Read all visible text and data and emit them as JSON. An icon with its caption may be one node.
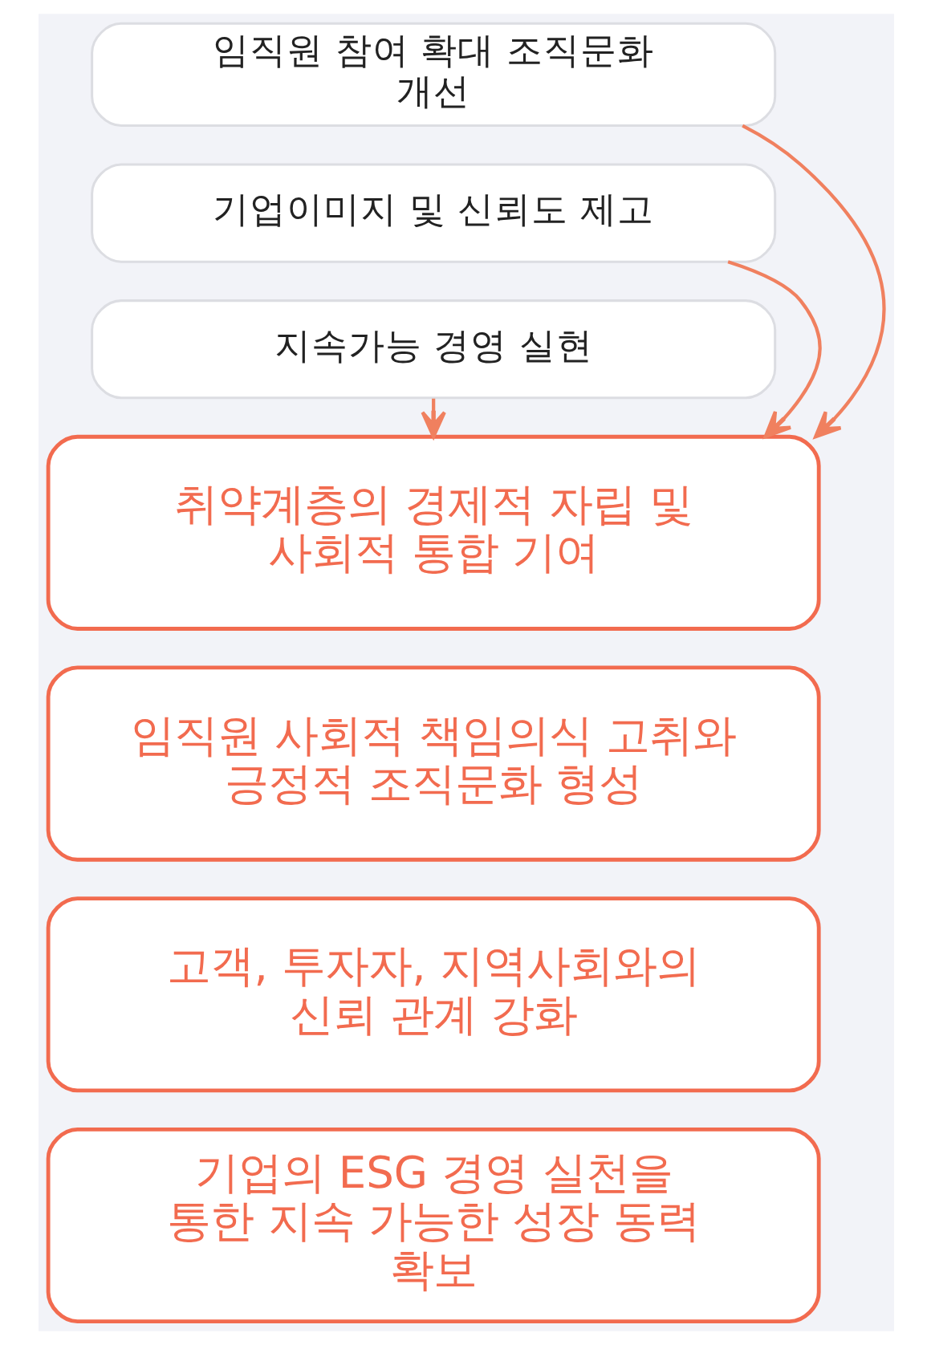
{
  "diagram": {
    "nodes": [
      {
        "text": [
          "임직원 참여 확대 조직문화 개선"
        ]
      },
      {
        "text": [
          "기업이미지 및 신뢰도 제고"
        ]
      },
      {
        "text": [
          "지속가능 경영 실현"
        ]
      },
      {
        "text": [
          "취약계층의 경제적 자립 및 사회적 통합 기여"
        ]
      },
      {
        "text": [
          "임직원 사회적 책임의식 고취와 긍정적 조직문화 형성"
        ]
      },
      {
        "text": [
          "고객, 투자자, 지역사회와의 신뢰 관계 강화"
        ]
      },
      {
        "text": [
          "기업의 ESG 경영 실천을 통한 지속 가능한 성장 동력 확보"
        ]
      }
    ],
    "edges": [
      {
        "from": 0,
        "to": 3,
        "arrow": "to"
      },
      {
        "from": 1,
        "to": 3,
        "arrow": "to"
      },
      {
        "from": 2,
        "to": 3,
        "arrow": "to"
      }
    ]
  }
}
